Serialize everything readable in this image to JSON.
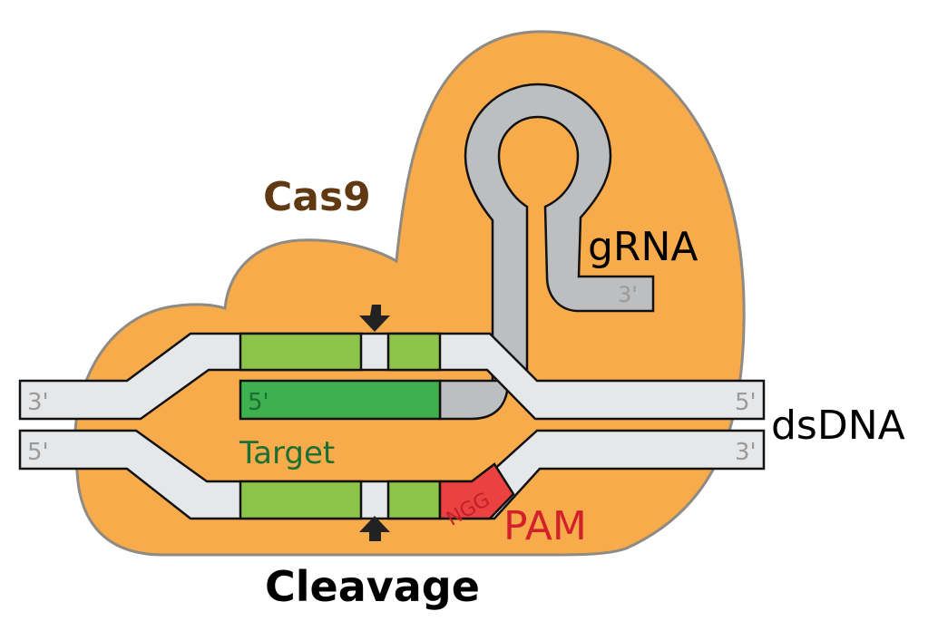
{
  "title": "CRISPR-Cas9 cleavage mechanism",
  "labels": {
    "protein": "Cas9",
    "guide": "gRNA",
    "guide_end": "3'",
    "dna": "dsDNA",
    "top_strand_left_end": "3'",
    "top_strand_right_end": "5'",
    "bottom_strand_left_end": "5'",
    "bottom_strand_right_end": "3'",
    "target_strand_end": "5'",
    "target": "Target",
    "pam_sequence": "NGG",
    "pam": "PAM",
    "cleavage": "Cleavage"
  },
  "colors": {
    "cas9_fill": "#f8ab4b",
    "cas9_outline": "#8f8a82",
    "cas9_text": "#603913",
    "grna_fill": "#bcbec0",
    "dna_fill": "#e6e7e8",
    "target_fill": "#8dc44a",
    "guide_target_fill": "#3fb04e",
    "target_text": "#1a6f35",
    "pam_fill": "#ec4141",
    "pam_text": "#d3212b",
    "pam_seq_text": "#c0202b",
    "end_text": "#9a9a9a",
    "outline": "#111111",
    "arrow": "#222222",
    "label_text": "#000000"
  },
  "icons": {
    "top_cleavage_arrow": "arrow-down-icon",
    "bottom_cleavage_arrow": "arrow-up-icon"
  }
}
